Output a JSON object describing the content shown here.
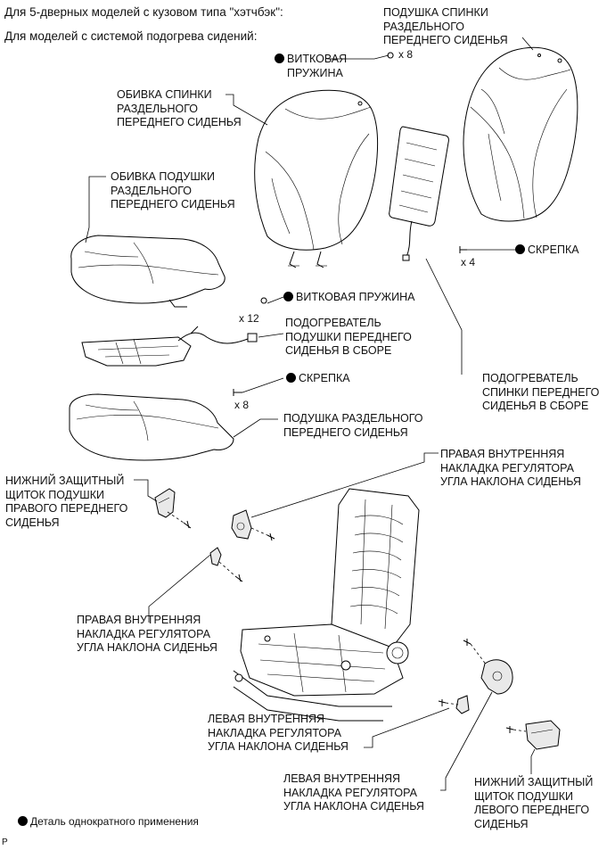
{
  "header": {
    "line1": "Для 5-дверных моделей с кузовом типа \"хэтчбэк\":",
    "line2": "Для моделей с системой подогрева сидений:"
  },
  "labels": {
    "seatback_pad_l1": "ПОДУШКА СПИНКИ",
    "seatback_pad_l2": "РАЗДЕЛЬНОГО",
    "seatback_pad_l3": "ПЕРЕДНЕГО СИДЕНЬЯ",
    "coil_spring_top_l1": "ВИТКОВАЯ",
    "coil_spring_top_l2": "ПРУЖИНА",
    "coil_spring_top_qty": "x 8",
    "seatback_cover_l1": "ОБИВКА СПИНКИ",
    "seatback_cover_l2": "РАЗДЕЛЬНОГО",
    "seatback_cover_l3": "ПЕРЕДНЕГО СИДЕНЬЯ",
    "cushion_cover_l1": "ОБИВКА ПОДУШКИ",
    "cushion_cover_l2": "РАЗДЕЛЬНОГО",
    "cushion_cover_l3": "ПЕРЕДНЕГО СИДЕНЬЯ",
    "clip_right_text": "СКРЕПКА",
    "clip_right_qty": "x 4",
    "coil_spring_mid_text": "ВИТКОВАЯ ПРУЖИНА",
    "coil_spring_mid_qty": "x 12",
    "cushion_heater_l1": "ПОДОГРЕВАТЕЛЬ",
    "cushion_heater_l2": "ПОДУШКИ ПЕРЕДНЕГО",
    "cushion_heater_l3": "СИДЕНЬЯ В СБОРЕ",
    "back_heater_l1": "ПОДОГРЕВАТЕЛЬ",
    "back_heater_l2": "СПИНКИ ПЕРЕДНЕГО",
    "back_heater_l3": "СИДЕНЬЯ В СБОРЕ",
    "clip_mid_text": "СКРЕПКА",
    "clip_mid_qty": "x 8",
    "cushion_pad_l1": "ПОДУШКА РАЗДЕЛЬНОГО",
    "cushion_pad_l2": "ПЕРЕДНЕГО СИДЕНЬЯ",
    "rh_inner_cover_top_l1": "ПРАВАЯ ВНУТРЕННЯЯ",
    "rh_inner_cover_top_l2": "НАКЛАДКА РЕГУЛЯТОРА",
    "rh_inner_cover_top_l3": "УГЛА НАКЛОНА СИДЕНЬЯ",
    "rh_shield_l1": "НИЖНИЙ ЗАЩИТНЫЙ",
    "rh_shield_l2": "ЩИТОК ПОДУШКИ",
    "rh_shield_l3": "ПРАВОГО ПЕРЕДНЕГО",
    "rh_shield_l4": "СИДЕНЬЯ",
    "rh_inner_cover_left_l1": "ПРАВАЯ ВНУТРЕННЯЯ",
    "rh_inner_cover_left_l2": "НАКЛАДКА РЕГУЛЯТОРА",
    "rh_inner_cover_left_l3": "УГЛА НАКЛОНА СИДЕНЬЯ",
    "lh_inner_cover_a_l1": "ЛЕВАЯ ВНУТРЕННЯЯ",
    "lh_inner_cover_a_l2": "НАКЛАДКА РЕГУЛЯТОРА",
    "lh_inner_cover_a_l3": "УГЛА НАКЛОНА СИДЕНЬЯ",
    "lh_inner_cover_b_l1": "ЛЕВАЯ ВНУТРЕННЯЯ",
    "lh_inner_cover_b_l2": "НАКЛАДКА РЕГУЛЯТОРА",
    "lh_inner_cover_b_l3": "УГЛА НАКЛОНА СИДЕНЬЯ",
    "lh_shield_l1": "НИЖНИЙ ЗАЩИТНЫЙ",
    "lh_shield_l2": "ЩИТОК ПОДУШКИ",
    "lh_shield_l3": "ЛЕВОГО ПЕРЕДНЕГО",
    "lh_shield_l4": "СИДЕНЬЯ"
  },
  "legend": {
    "text": "Деталь однократного применения"
  },
  "corner_mark": "P"
}
